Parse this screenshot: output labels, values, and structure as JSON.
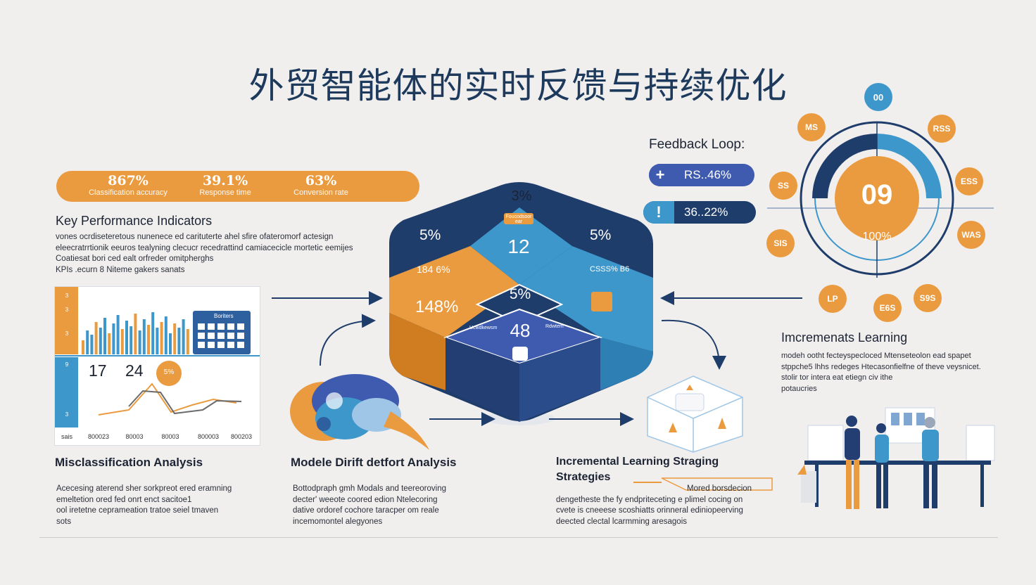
{
  "title": "外贸智能体的实时反馈与持续优化",
  "kpi_bar": [
    {
      "value": "867%",
      "label": "Classification accuracy"
    },
    {
      "value": "39.1%",
      "label": "Response time"
    },
    {
      "value": "63%",
      "label": "Conversion rate"
    }
  ],
  "kpi_section": {
    "heading": "Key Performance Indicators",
    "lines": [
      "vones ocrdiseteretous nunenece ed carituterte ahel sfire ofateromorf actesign",
      "eleecratrrtionik eeuros tealyning clecucr recedrattind camiacecicle mortetic eemijes",
      "Coatiesat bori ced ealt orfreder omitpherghs",
      "KPIs .ecurn 8 Niteme gakers sanats"
    ]
  },
  "chart_panel": {
    "top_y_labels": [
      "3",
      "3",
      "3"
    ],
    "bottom_y_labels": [
      "9",
      "3"
    ],
    "card_label": "Boriters",
    "values": [
      "17",
      "24"
    ],
    "badge": "5%",
    "x_ticks": [
      "sais",
      "800023",
      "80003",
      "80003",
      "800003",
      "800203"
    ]
  },
  "misclassification": {
    "heading": "Misclassification Analysis",
    "lines": [
      "Acecesing aterend sher sorkpreot ered eramning",
      "emeltetion ored fed onrt enct sacitoe1",
      "ool iretetne ceprameation tratoe seiel tmaven",
      "sots"
    ]
  },
  "drift": {
    "heading": "Modele Dirift detfort Analysis",
    "lines": [
      "Bottodpraph gmh Modals and teereoroving",
      "decter' weeote coored edion Ntelecoring",
      "dative ordoref cochore taracper om reale",
      "incemomontel alegyones"
    ]
  },
  "strategies": {
    "heading": "Incremental Learning Straging",
    "heading2": "Strategies",
    "lines": [
      "Mored borsdecion",
      "dengetheste the fy endpriteceting e plimel cocing on",
      "cvete is cneeese scoshiatts orinneral ediniopeerving",
      "deected clectal lcarmming aresagois"
    ]
  },
  "hex_diagram": {
    "top": "3%",
    "top_badge": "Foucodsoor ear",
    "left_upper": "5%",
    "center_upper": "12",
    "right_upper": "5%",
    "left_lower_tag": "184 6%",
    "left_lower": "148%",
    "center": "5%",
    "right_lower_tag": "CSSS% B6",
    "bottom_left_tag": "Ucwdkewsm",
    "bottom_right_tag": "Rdwtem",
    "bottom": "48"
  },
  "feedback": {
    "heading": "Feedback Loop:",
    "pill1_icon": "+",
    "pill1_text": "RS..46%",
    "pill2_icon": "!",
    "pill2_text": "36..22%"
  },
  "gauge": {
    "value": "09",
    "sub": "100%",
    "top_badge": "00",
    "satellites": [
      "MS",
      "RSS",
      "SS",
      "ESS",
      "SIS",
      "WAS",
      "LP",
      "E6S",
      "S9S"
    ]
  },
  "incremental": {
    "heading": "Imcremenats Learning",
    "lines": [
      "modeh ootht fecteyspecloced Mtenseteolon ead spapet",
      "stppche5 lhhs redeges Htecasonfielfne of theve veysnicet.",
      "stolir tor intera eat etiegn civ ithe",
      "potaucries"
    ]
  },
  "colors": {
    "navy": "#1f3d6b",
    "blue": "#3d97cb",
    "orange": "#eb9b3f",
    "background": "#f1efee"
  }
}
